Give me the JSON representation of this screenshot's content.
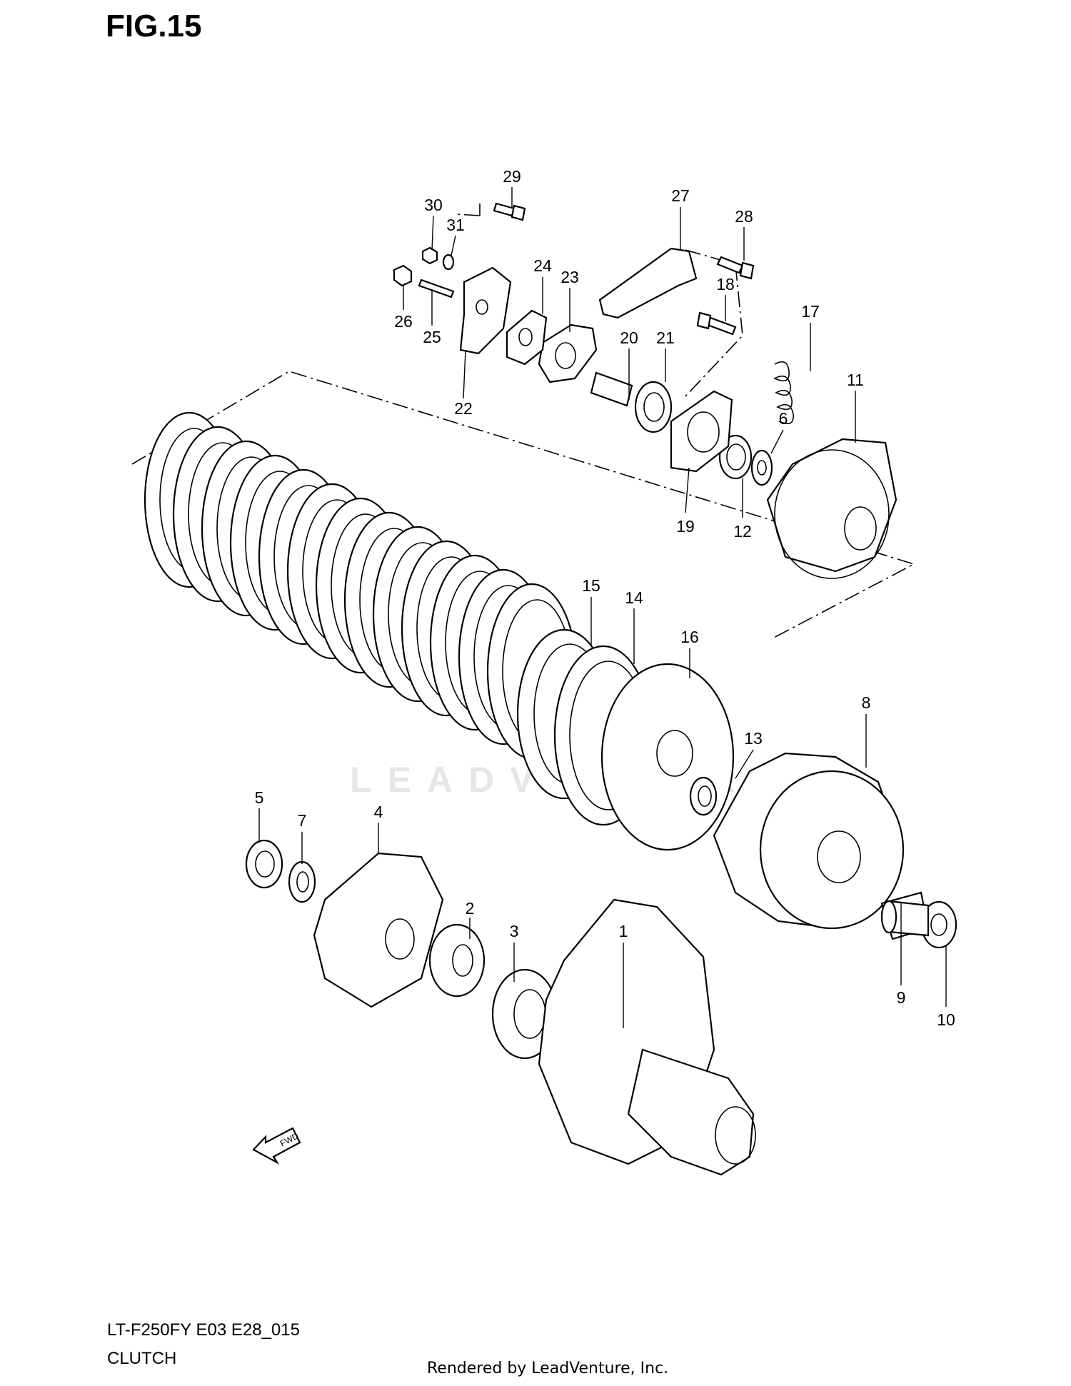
{
  "header": {
    "figure": "FIG.15"
  },
  "watermark": "LEADVENTURE",
  "fwd_label": "FWD",
  "footer": {
    "model": "LT-F250FY E03 E28_015",
    "section": "CLUTCH",
    "rendered_by": "Rendered by LeadVenture, Inc."
  },
  "callouts": [
    "1",
    "2",
    "3",
    "4",
    "5",
    "6",
    "7",
    "8",
    "9",
    "10",
    "11",
    "12",
    "13",
    "14",
    "15",
    "16",
    "17",
    "18",
    "19",
    "20",
    "21",
    "22",
    "23",
    "24",
    "25",
    "26",
    "27",
    "28",
    "29",
    "30",
    "31"
  ]
}
